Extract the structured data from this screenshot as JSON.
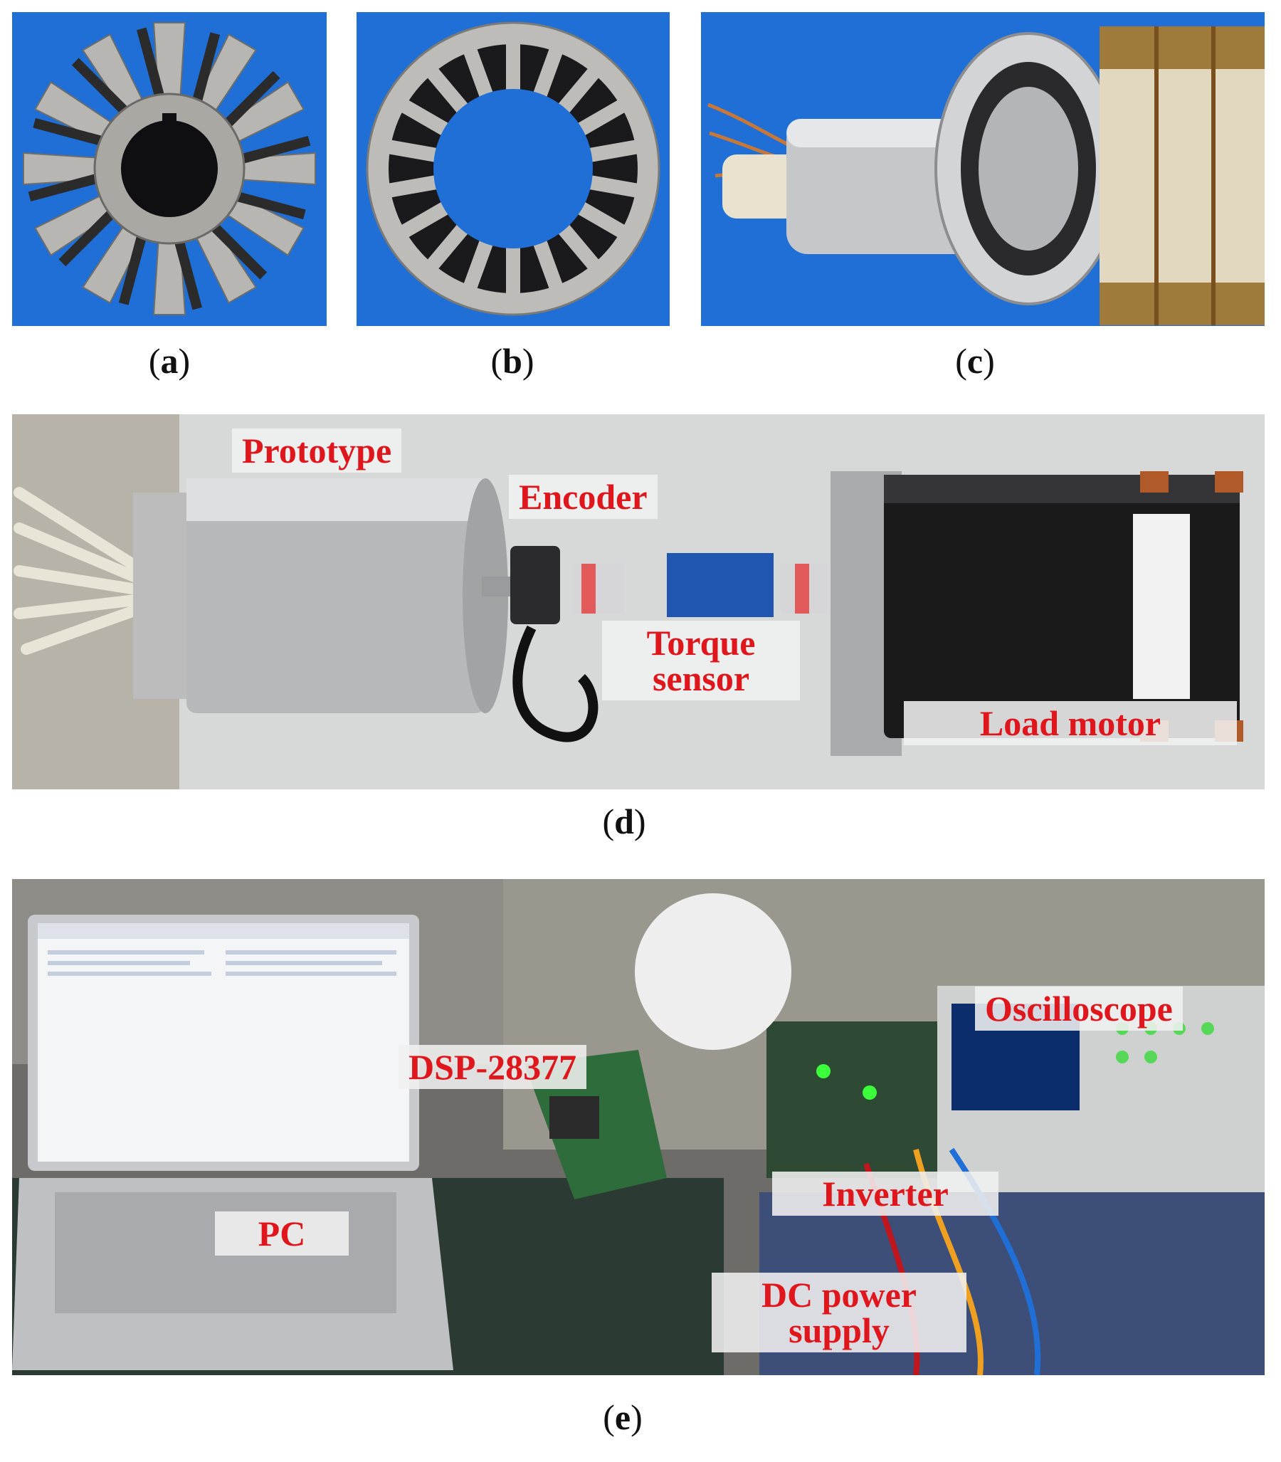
{
  "captions": {
    "a": "a",
    "b": "b",
    "c": "c",
    "d": "d",
    "e": "e"
  },
  "labels_d": {
    "prototype": "Prototype",
    "encoder": "Encoder",
    "torque_line1": "Torque",
    "torque_line2": "sensor",
    "load_motor": "Load motor"
  },
  "labels_e": {
    "oscilloscope": "Oscilloscope",
    "dsp": "DSP-28377",
    "inverter": "Inverter",
    "pc": "PC",
    "dc_line1": "DC power",
    "dc_line2": "supply"
  },
  "colors": {
    "photo_blue": "#1f6fd6",
    "label_red": "#e0161d",
    "steel": "#b9b9b9"
  }
}
